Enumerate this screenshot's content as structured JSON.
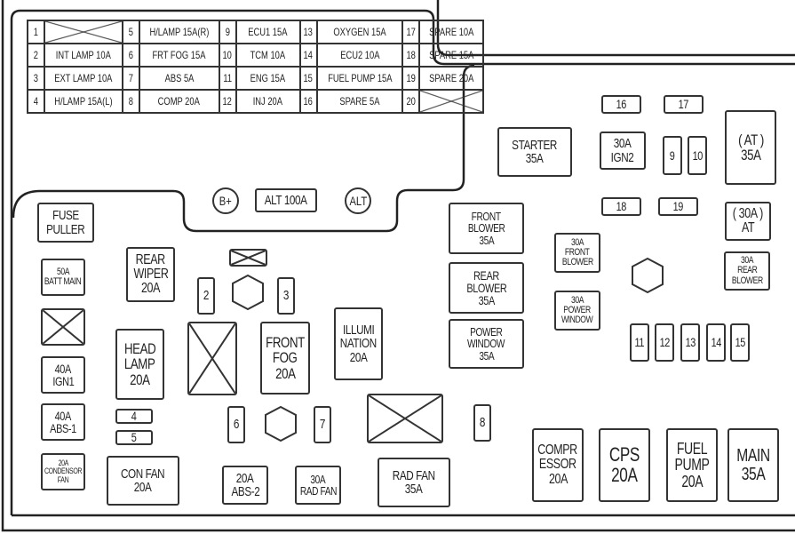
{
  "legend_table": {
    "rows": [
      [
        {
          "n": "1",
          "label": ""
        },
        {
          "n": "5",
          "label": "H/LAMP 15A(R)"
        },
        {
          "n": "9",
          "label": "ECU1 15A"
        },
        {
          "n": "13",
          "label": "OXYGEN 15A"
        },
        {
          "n": "17",
          "label": "SPARE 10A"
        }
      ],
      [
        {
          "n": "2",
          "label": "INT LAMP 10A"
        },
        {
          "n": "6",
          "label": "FRT FOG 15A"
        },
        {
          "n": "10",
          "label": "TCM 10A"
        },
        {
          "n": "14",
          "label": "ECU2 10A"
        },
        {
          "n": "18",
          "label": "SPARE 15A"
        }
      ],
      [
        {
          "n": "3",
          "label": "EXT LAMP 10A"
        },
        {
          "n": "7",
          "label": "ABS 5A"
        },
        {
          "n": "11",
          "label": "ENG 15A"
        },
        {
          "n": "15",
          "label": "FUEL PUMP 15A"
        },
        {
          "n": "19",
          "label": "SPARE 20A"
        }
      ],
      [
        {
          "n": "4",
          "label": "H/LAMP 15A(L)"
        },
        {
          "n": "8",
          "label": "COMP 20A"
        },
        {
          "n": "12",
          "label": "INJ 20A"
        },
        {
          "n": "16",
          "label": "SPARE 5A"
        },
        {
          "n": "20",
          "label": ""
        }
      ]
    ]
  },
  "terminals": {
    "b_plus": "B+",
    "alt_fuse": "ALT 100A",
    "alt": "ALT"
  },
  "fuses": [
    {
      "lines": [
        "FUSE",
        "PULLER"
      ]
    },
    {
      "lines": [
        "50A",
        "BATT MAIN"
      ]
    },
    {
      "lines": [],
      "blank": true
    },
    {
      "lines": [
        "40A",
        "IGN1"
      ]
    },
    {
      "lines": [
        "40A",
        "ABS-1"
      ]
    },
    {
      "lines": [
        "20A",
        "CONDENSOR",
        "FAN"
      ]
    },
    {
      "lines": [
        "REAR",
        "WIPER",
        "20A"
      ]
    },
    {
      "lines": [
        "HEAD",
        "LAMP",
        "20A"
      ]
    },
    {
      "lines": [
        "4"
      ]
    },
    {
      "lines": [
        "5"
      ]
    },
    {
      "lines": [
        "CON FAN",
        "20A"
      ]
    },
    {
      "lines": [],
      "blank": true
    },
    {
      "lines": [
        "2"
      ]
    },
    {
      "lines": [
        "3"
      ]
    },
    {
      "lines": [],
      "blank": true
    },
    {
      "lines": [
        "FRONT",
        "FOG",
        "20A"
      ]
    },
    {
      "lines": [
        "ILLUMI",
        "NATION",
        "20A"
      ]
    },
    {
      "lines": [
        "6"
      ]
    },
    {
      "lines": [
        "7"
      ]
    },
    {
      "lines": [],
      "blank": true
    },
    {
      "lines": [
        "8"
      ]
    },
    {
      "lines": [
        "RAD FAN",
        "35A"
      ]
    },
    {
      "lines": [
        "20A",
        "ABS-2"
      ]
    },
    {
      "lines": [
        "30A",
        "RAD FAN"
      ]
    },
    {
      "lines": [
        "FRONT",
        "BLOWER",
        "35A"
      ]
    },
    {
      "lines": [
        "REAR",
        "BLOWER",
        "35A"
      ]
    },
    {
      "lines": [
        "POWER",
        "WINDOW",
        "35A"
      ]
    },
    {
      "lines": [
        "30A",
        "FRONT",
        "BLOWER"
      ]
    },
    {
      "lines": [
        "30A",
        "POWER",
        "WINDOW"
      ]
    },
    {
      "lines": [
        "STARTER",
        "35A"
      ]
    },
    {
      "lines": [
        "16"
      ]
    },
    {
      "lines": [
        "17"
      ]
    },
    {
      "lines": [
        "30A",
        "IGN2"
      ]
    },
    {
      "lines": [
        "9"
      ]
    },
    {
      "lines": [
        "10"
      ]
    },
    {
      "lines": [
        "( AT )",
        "35A"
      ]
    },
    {
      "lines": [
        "18"
      ]
    },
    {
      "lines": [
        "19"
      ]
    },
    {
      "lines": [
        "( 30A )",
        "AT"
      ]
    },
    {
      "lines": [
        "30A",
        "REAR",
        "BLOWER"
      ]
    },
    {
      "lines": [
        "11"
      ]
    },
    {
      "lines": [
        "12"
      ]
    },
    {
      "lines": [
        "13"
      ]
    },
    {
      "lines": [
        "14"
      ]
    },
    {
      "lines": [
        "15"
      ]
    },
    {
      "lines": [
        "COMPR",
        "ESSOR",
        "20A"
      ]
    },
    {
      "lines": [
        "CPS",
        "20A"
      ]
    },
    {
      "lines": [
        "FUEL",
        "PUMP",
        "20A"
      ]
    },
    {
      "lines": [
        "MAIN",
        "35A"
      ]
    }
  ],
  "colors": {
    "line": "#333333",
    "background": "#ffffff"
  }
}
